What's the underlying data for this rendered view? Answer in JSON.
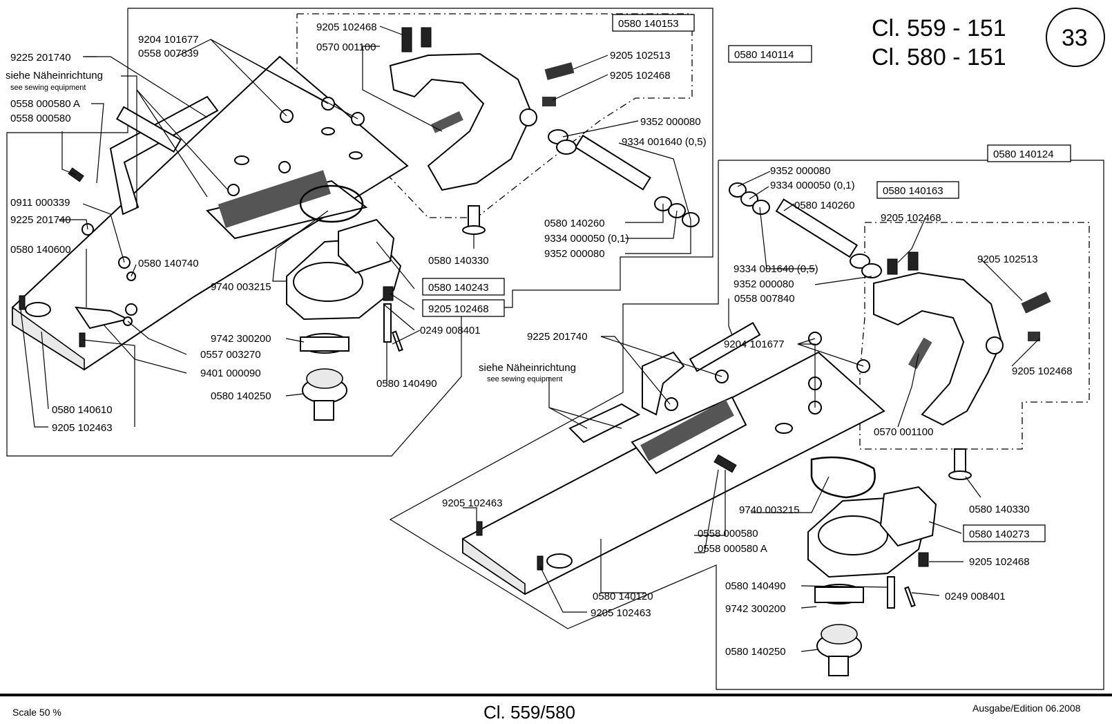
{
  "header": {
    "title_line1": "Cl. 559 - 151",
    "title_line2": "Cl. 580 - 151",
    "page_number": "33"
  },
  "footer": {
    "scale": "Scale 50 %",
    "model": "Cl. 559/580",
    "edition": "Ausgabe/Edition 06.2008"
  },
  "left_group": {
    "labels": {
      "l1": "9205 102468",
      "l2": "0570 001100",
      "l3": "0580 140153",
      "l4": "9204 101677",
      "l5": "0558 007839",
      "l6": "9225 201740",
      "l7": "siehe Näheinrichtung",
      "l8": "see sewing equipment",
      "l9": "0558 000580 A",
      "l10": "0558 000580",
      "l11": "0580 140114",
      "l12": "9205 102513",
      "l13": "9205 102468",
      "l14": "9352 000080",
      "l15": "9334 001640 (0,5)",
      "l16": "0911 000339",
      "l17": "9225 201740",
      "l18": "0580 140600",
      "l19": "0580 140740",
      "l20": "0580 140260",
      "l21": "9334 000050 (0,1)",
      "l22": "9352 000080",
      "l23": "0580 140330",
      "l24": "9740 003215",
      "l25": "0580 140243",
      "l26": "9205 102468",
      "l27": "0249 008401",
      "l28": "9742 300200",
      "l29": "0557 003270",
      "l30": "9401 000090",
      "l31": "0580 140250",
      "l32": "0580 140490",
      "l33": "0580 140610",
      "l34": "9205 102463"
    }
  },
  "right_group": {
    "labels": {
      "r1": "0580 140124",
      "r2": "9352 000080",
      "r3": "9334 000050 (0,1)",
      "r4": "0580 140163",
      "r5": "0580 140260",
      "r6": "9205 102468",
      "r7": "9205 102513",
      "r8": "9334 001640 (0,5)",
      "r9": "9352 000080",
      "r10": "0558 007840",
      "r11": "9225 201740",
      "r12": "9204 101677",
      "r13": "siehe Näheinrichtung",
      "r14": "see sewing equipment",
      "r15": "9205 102468",
      "r16": "0570 001100",
      "r17": "0580 140330",
      "r18": "9205 102463",
      "r19": "9740 003215",
      "r20": "0558 000580",
      "r21": "0558 000580 A",
      "r22": "0580 140273",
      "r23": "9205 102468",
      "r24": "0580 140120",
      "r25": "0580 140490",
      "r26": "0249 008401",
      "r27": "9742 300200",
      "r28": "9205 102463",
      "r29": "0580 140250"
    }
  }
}
